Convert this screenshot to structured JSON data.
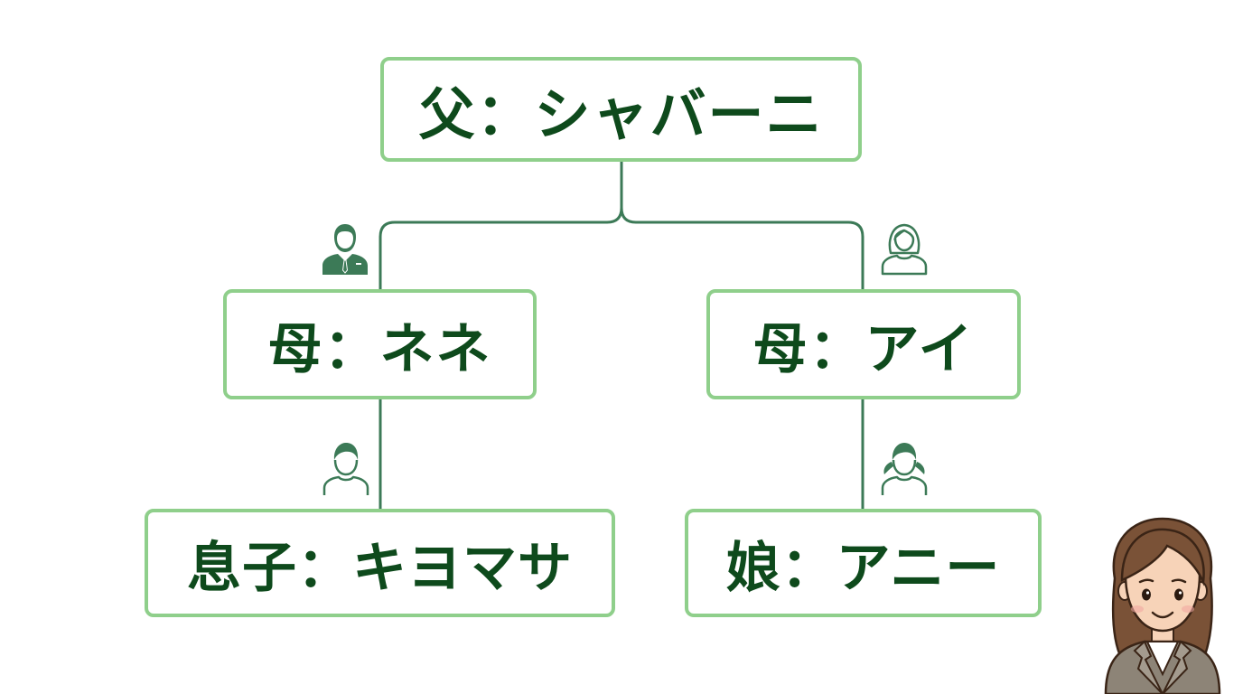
{
  "diagram": {
    "root": {
      "label": "父：シャバーニ"
    },
    "mothers": [
      {
        "label": "母：ネネ",
        "icon": "man-in-suit-icon"
      },
      {
        "label": "母：アイ",
        "icon": "woman-icon"
      }
    ],
    "children": [
      {
        "label": "息子：キヨマサ",
        "icon": "boy-icon"
      },
      {
        "label": "娘：アニー",
        "icon": "girl-icon"
      }
    ]
  },
  "colors": {
    "box_border": "#8fcf8b",
    "text": "#0e4a1c",
    "connector": "#3c7a57",
    "icon": "#3c7a57"
  }
}
